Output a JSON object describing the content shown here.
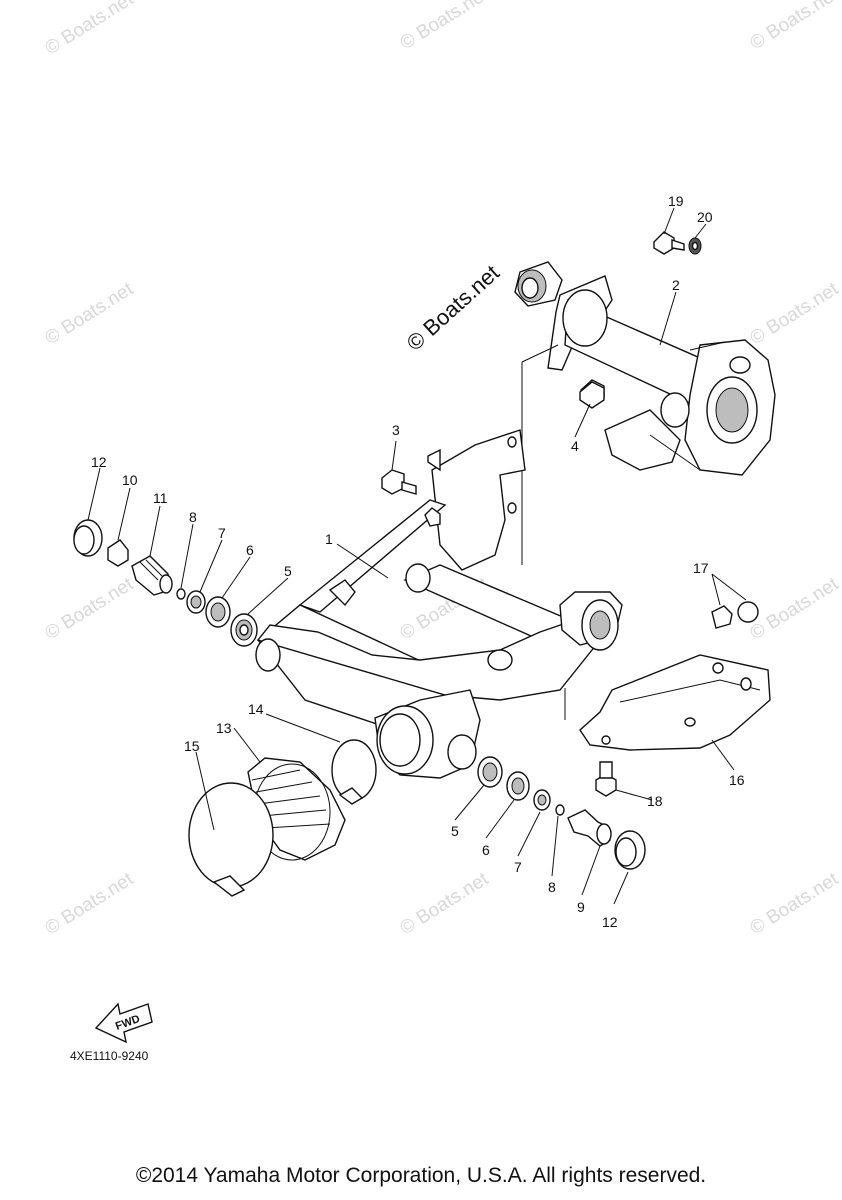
{
  "watermark": "© Boats.net",
  "watermark_center": "© Boats.net",
  "diagram_code": "4XE1110-9240",
  "fwd_label": "FWD",
  "copyright": "©2014 Yamaha Motor Corporation, U.S.A. All rights reserved.",
  "callouts": {
    "c1": "1",
    "c2": "2",
    "c3": "3",
    "c4": "4",
    "c5a": "5",
    "c5b": "5",
    "c6a": "6",
    "c6b": "6",
    "c7a": "7",
    "c7b": "7",
    "c8a": "8",
    "c8b": "8",
    "c9": "9",
    "c10": "10",
    "c11": "11",
    "c12a": "12",
    "c12b": "12",
    "c13": "13",
    "c14": "14",
    "c15": "15",
    "c16": "16",
    "c17": "17",
    "c18": "18",
    "c19": "19",
    "c20": "20"
  }
}
